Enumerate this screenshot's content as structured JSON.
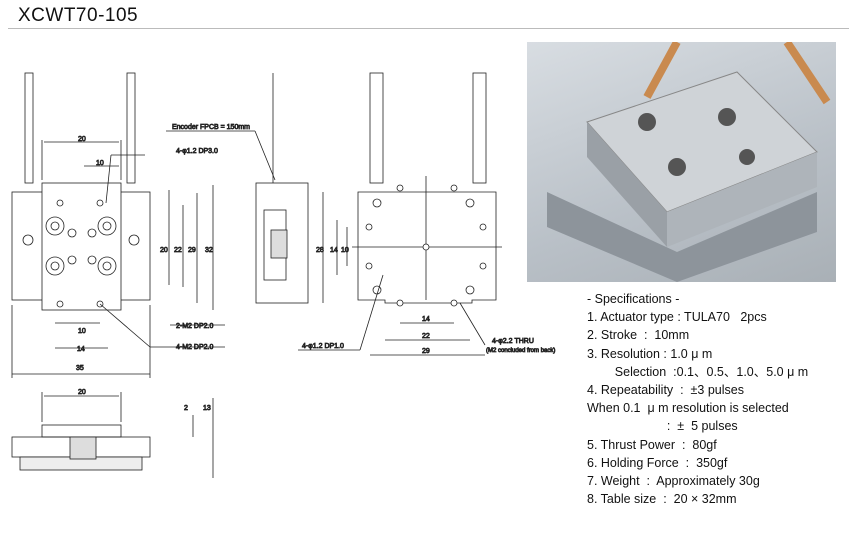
{
  "title": "XCWT70-105",
  "drawing": {
    "top_view": {
      "dim_20": "20",
      "dim_10_top": "10",
      "hole_note": "4-φ1.2  DP3.0",
      "dim_20v": "20",
      "dim_22v": "22",
      "dim_29v": "29",
      "dim_32v": "32",
      "dim_10_bottom": "10",
      "dim_14_bottom": "14",
      "dim_35": "35",
      "note_m2_2": "2-M2 DP2.0",
      "note_m2_4": "4-M2 DP2.0"
    },
    "side_view": {
      "encoder_note": "Encoder FPCB = 150mm"
    },
    "bottom_view": {
      "dim_28": "28",
      "dim_14v": "14",
      "dim_10v": "10",
      "dim_14": "14",
      "dim_22": "22",
      "dim_29": "29",
      "hole_note": "4-φ1.2 DP1.0",
      "thru_note": "4-φ2.2  THRU",
      "thru_sub": "(M2  concluded from  back)"
    },
    "front_view": {
      "dim_20": "20",
      "dim_2": "2",
      "dim_13": "13"
    }
  },
  "specs": {
    "heading": "- Specifications -",
    "lines": [
      "1. Actuator type : TULA70   2pcs",
      "2. Stroke  :  10mm",
      "3. Resolution : 1.0 μ m",
      "        Selection  :0.1、0.5、1.0、5.0 μ m",
      "4. Repeatability  :  ±3 pulses",
      "When 0.1  μ m resolution is selected",
      "                       :  ±  5 pulses",
      "5. Thrust Power  :  80gf",
      "6. Holding Force  :  350gf",
      "7. Weight  :  Approximately 30g",
      "8. Table size  :  20 × 32mm"
    ]
  }
}
